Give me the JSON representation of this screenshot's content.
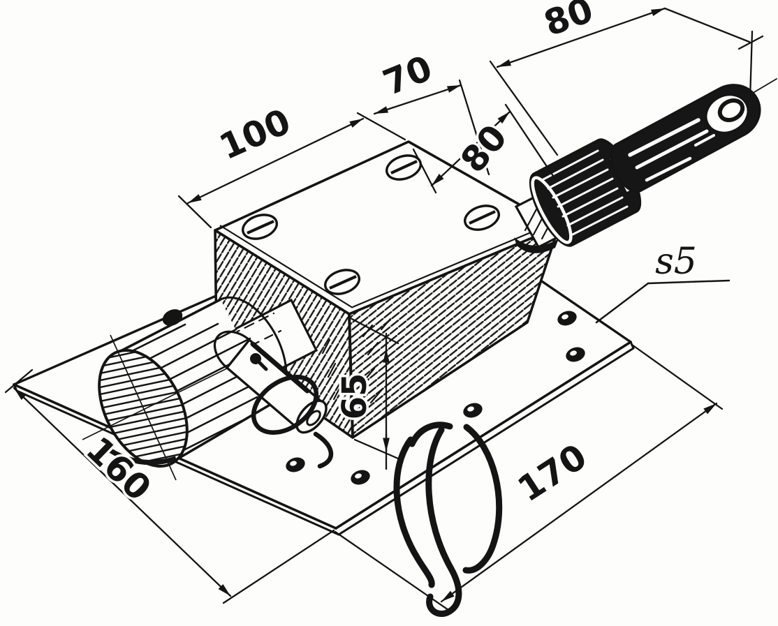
{
  "drawing": {
    "dimensions": {
      "box_length": "100",
      "box_width": "70",
      "handle_length": "80",
      "shaft_section": "80",
      "box_height": "65",
      "plate_edge_left": "160",
      "plate_edge_right": "170",
      "plate_thickness": "s5"
    }
  }
}
